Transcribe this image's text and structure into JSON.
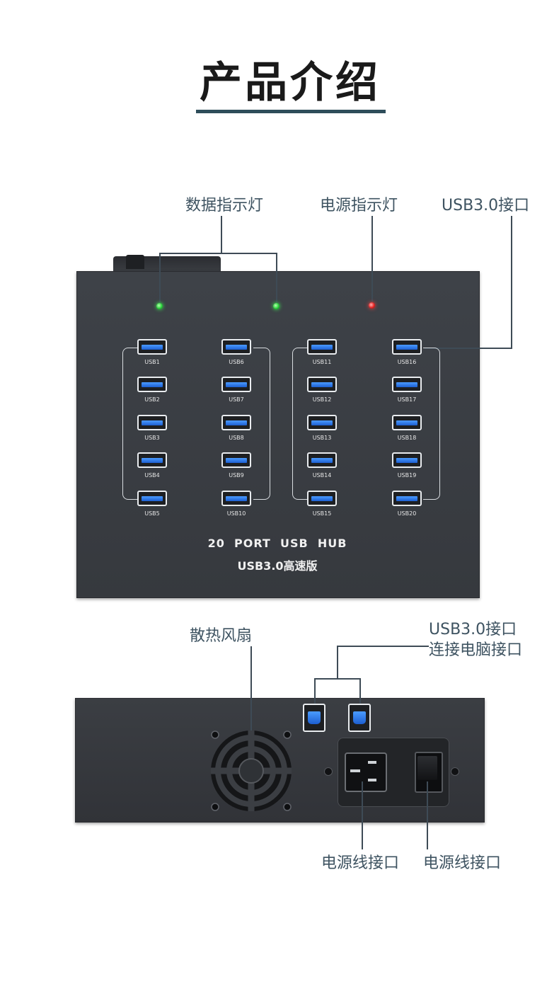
{
  "page": {
    "title": "产品介绍"
  },
  "top_view": {
    "callouts": {
      "data_leds": "数据指示灯",
      "power_led": "电源指示灯",
      "usb_port": "USB3.0接口"
    },
    "port_labels": [
      "USB1",
      "USB2",
      "USB3",
      "USB4",
      "USB5",
      "USB6",
      "USB7",
      "USB8",
      "USB9",
      "USB10",
      "USB11",
      "USB12",
      "USB13",
      "USB14",
      "USB15",
      "USB16",
      "USB17",
      "USB18",
      "USB19",
      "USB20"
    ],
    "hub_name": "20  PORT  USB  HUB",
    "hub_subtitle": "USB3.0高速版",
    "colors": {
      "led_data": "#28d13a",
      "led_power": "#e52222",
      "port_accent": "#2f7cf0"
    }
  },
  "rear_view": {
    "callouts": {
      "fan": "散热风扇",
      "usb_upstream_line1": "USB3.0接口",
      "usb_upstream_line2": "连接电脑接口",
      "power_socket": "电源线接口",
      "power_switch": "电源线接口"
    }
  }
}
